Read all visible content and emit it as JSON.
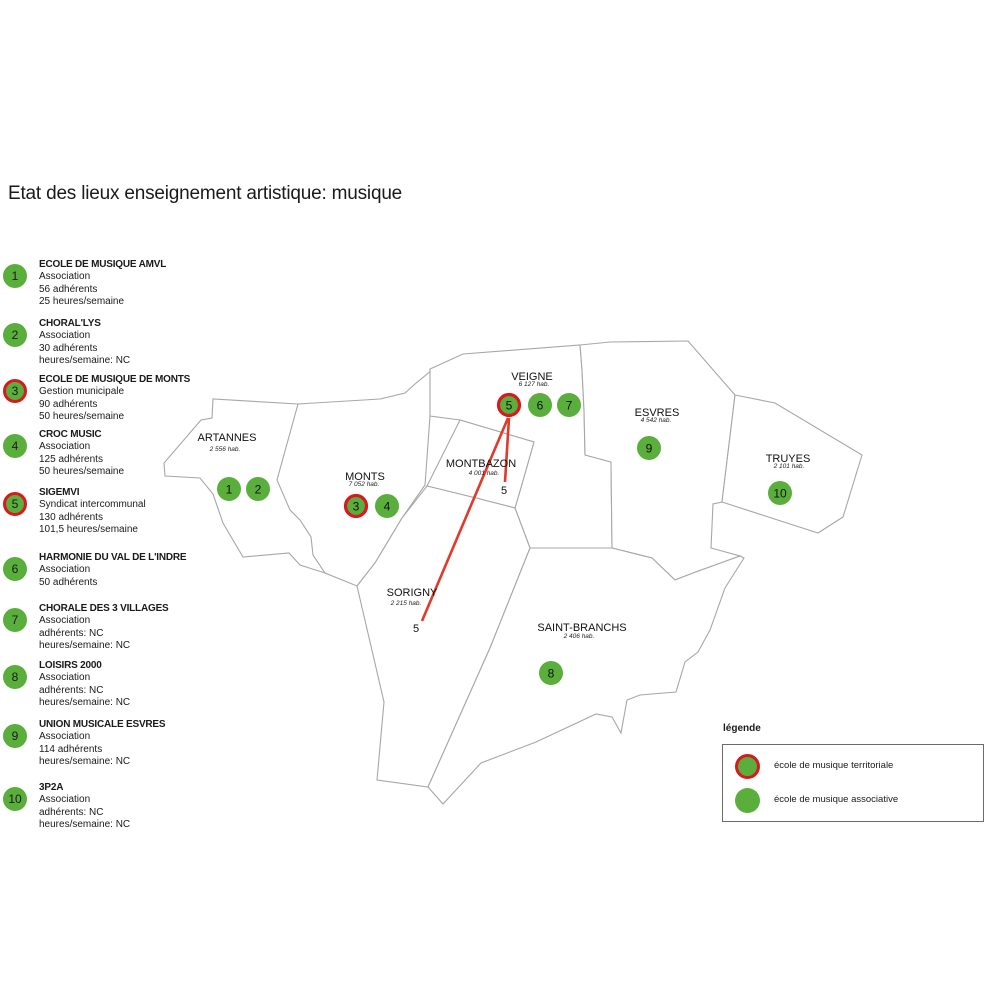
{
  "title": "Etat des lieux enseignement artistique: musique",
  "colors": {
    "associative": "#5aae3c",
    "territorial_ring": "#d71920",
    "link_line": "#e03a2a",
    "commune_border": "#a7a7a7"
  },
  "entries": [
    {
      "num": "1",
      "type": "associative",
      "name": "ECOLE DE MUSIQUE AMVL",
      "lines": [
        "Association",
        "56 adhérents",
        "25 heures/semaine"
      ]
    },
    {
      "num": "2",
      "type": "associative",
      "name": "CHORAL'LYS",
      "lines": [
        "Association",
        "30 adhérents",
        "heures/semaine: NC"
      ]
    },
    {
      "num": "3",
      "type": "territorial",
      "name": "ECOLE DE MUSIQUE DE MONTS",
      "lines": [
        "Gestion municipale",
        "90 adhérents",
        "50 heures/semaine"
      ]
    },
    {
      "num": "4",
      "type": "associative",
      "name": "CROC MUSIC",
      "lines": [
        "Association",
        "125 adhérents",
        "50 heures/semaine"
      ]
    },
    {
      "num": "5",
      "type": "territorial",
      "name": "SIGEMVI",
      "lines": [
        "Syndicat intercommunal",
        "130 adhérents",
        "101,5 heures/semaine"
      ]
    },
    {
      "num": "6",
      "type": "associative",
      "name": "HARMONIE DU VAL DE L'INDRE",
      "lines": [
        "Association",
        "50 adhérents"
      ]
    },
    {
      "num": "7",
      "type": "associative",
      "name": "CHORALE DES 3 VILLAGES",
      "lines": [
        "Association",
        "adhérents: NC",
        "heures/semaine: NC"
      ]
    },
    {
      "num": "8",
      "type": "associative",
      "name": "LOISIRS 2000",
      "lines": [
        "Association",
        "adhérents: NC",
        "heures/semaine: NC"
      ]
    },
    {
      "num": "9",
      "type": "associative",
      "name": "UNION MUSICALE ESVRES",
      "lines": [
        "Association",
        "114 adhérents",
        "heures/semaine: NC"
      ]
    },
    {
      "num": "10",
      "type": "associative",
      "name": "3P2A",
      "lines": [
        "Association",
        "adhérents: NC",
        "heures/semaine: NC"
      ]
    }
  ],
  "communes": [
    {
      "name": "ARTANNES",
      "population": "2 556 hab."
    },
    {
      "name": "MONTS",
      "population": "7 052 hab."
    },
    {
      "name": "VEIGNE",
      "population": "6 127 hab."
    },
    {
      "name": "MONTBAZON",
      "population": "4 001 hab."
    },
    {
      "name": "ESVRES",
      "population": "4 542 hab."
    },
    {
      "name": "TRUYES",
      "population": "2 101 hab."
    },
    {
      "name": "SORIGNY",
      "population": "2 215 hab."
    },
    {
      "name": "SAINT-BRANCHS",
      "population": "2 406 hab."
    }
  ],
  "map_markers": [
    {
      "num": "1",
      "type": "associative",
      "commune": "ARTANNES"
    },
    {
      "num": "2",
      "type": "associative",
      "commune": "ARTANNES"
    },
    {
      "num": "3",
      "type": "territorial",
      "commune": "MONTS"
    },
    {
      "num": "4",
      "type": "associative",
      "commune": "MONTS"
    },
    {
      "num": "5",
      "type": "territorial",
      "commune": "VEIGNE"
    },
    {
      "num": "6",
      "type": "associative",
      "commune": "VEIGNE"
    },
    {
      "num": "7",
      "type": "associative",
      "commune": "VEIGNE"
    },
    {
      "num": "9",
      "type": "associative",
      "commune": "ESVRES"
    },
    {
      "num": "10",
      "type": "associative",
      "commune": "TRUYES"
    },
    {
      "num": "8",
      "type": "associative",
      "commune": "SAINT-BRANCHS"
    }
  ],
  "antenna_links": [
    {
      "label": "5",
      "from": "VEIGNE",
      "to": "MONTBAZON"
    },
    {
      "label": "5",
      "from": "VEIGNE",
      "to": "SORIGNY"
    }
  ],
  "legend": {
    "title": "légende",
    "items": [
      {
        "type": "territorial",
        "label": "école de musique territoriale"
      },
      {
        "type": "associative",
        "label": "école de musique associative"
      }
    ]
  }
}
